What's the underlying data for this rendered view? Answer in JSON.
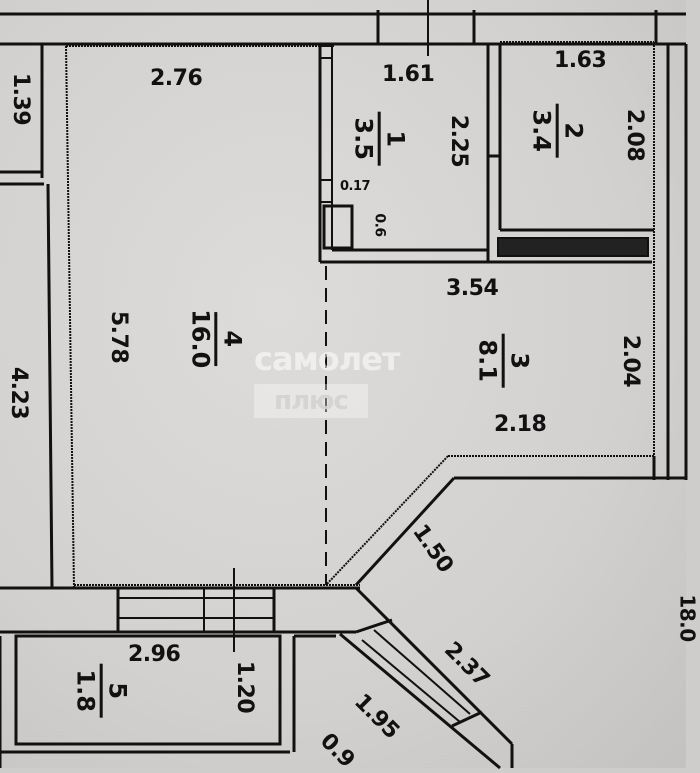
{
  "watermark": {
    "line1": "самолет",
    "line2": "плюс"
  },
  "rooms": [
    {
      "number": "1",
      "area": "3.5",
      "dims": [
        "1.61",
        "2.25"
      ]
    },
    {
      "number": "2",
      "area": "3.4",
      "dims": [
        "1.63",
        "2.08"
      ]
    },
    {
      "number": "3",
      "area": "8.1",
      "dims": [
        "3.54",
        "2.04",
        "2.18",
        "1.50"
      ]
    },
    {
      "number": "4",
      "area": "16.0",
      "dims": [
        "2.76",
        "5.78"
      ]
    },
    {
      "number": "5",
      "area": "1.8",
      "dims": [
        "2.96",
        "1.20"
      ]
    }
  ],
  "other_dims": {
    "left_top": "1.39",
    "left_mid": "4.23",
    "small_a": "0.17",
    "small_b": "0.6",
    "diag_a": "2.37",
    "diag_b": "1.95",
    "bottom_cut": "0.9",
    "right_cut": "18.0"
  }
}
